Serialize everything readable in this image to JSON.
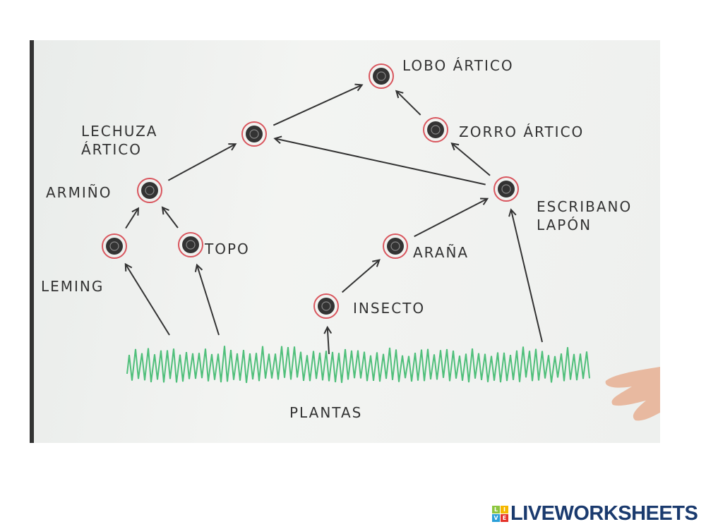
{
  "diagram": {
    "nodes": [
      {
        "id": "lobo",
        "label": [
          "LOBO ÁRTICO"
        ]
      },
      {
        "id": "zorro",
        "label": [
          "ZORRO ÁRTICO"
        ]
      },
      {
        "id": "lechuza",
        "label": [
          "LECHUZA",
          "ÁRTICO"
        ]
      },
      {
        "id": "armino",
        "label": [
          "ARMIÑO"
        ]
      },
      {
        "id": "escribano",
        "label": [
          "ESCRIBANO",
          "LAPÓN"
        ]
      },
      {
        "id": "leming",
        "label": [
          "LEMING"
        ]
      },
      {
        "id": "topo",
        "label": [
          "TOPO"
        ]
      },
      {
        "id": "arana",
        "label": [
          "ARAÑA"
        ]
      },
      {
        "id": "insecto",
        "label": [
          "INSECTO"
        ]
      },
      {
        "id": "plantas",
        "label": [
          "PLANTAS"
        ]
      }
    ],
    "edges": [
      {
        "from": "leming",
        "to": "armino"
      },
      {
        "from": "topo",
        "to": "armino"
      },
      {
        "from": "armino",
        "to": "lechuza"
      },
      {
        "from": "lechuza",
        "to": "lobo"
      },
      {
        "from": "escribano",
        "to": "lechuza"
      },
      {
        "from": "escribano",
        "to": "zorro"
      },
      {
        "from": "zorro",
        "to": "lobo"
      },
      {
        "from": "insecto",
        "to": "arana"
      },
      {
        "from": "arana",
        "to": "escribano"
      },
      {
        "from": "plantas",
        "to": "leming"
      },
      {
        "from": "plantas",
        "to": "topo"
      },
      {
        "from": "plantas",
        "to": "insecto"
      },
      {
        "from": "plantas",
        "to": "escribano"
      }
    ],
    "colors": {
      "node_ring": "#d9565e",
      "node_fill": "#333333",
      "ink": "#333333",
      "grass": "#4fbf7a"
    }
  },
  "logo": {
    "text": "LIVEWORKSHEETS",
    "badge": [
      "L",
      "I",
      "V",
      "E"
    ]
  }
}
